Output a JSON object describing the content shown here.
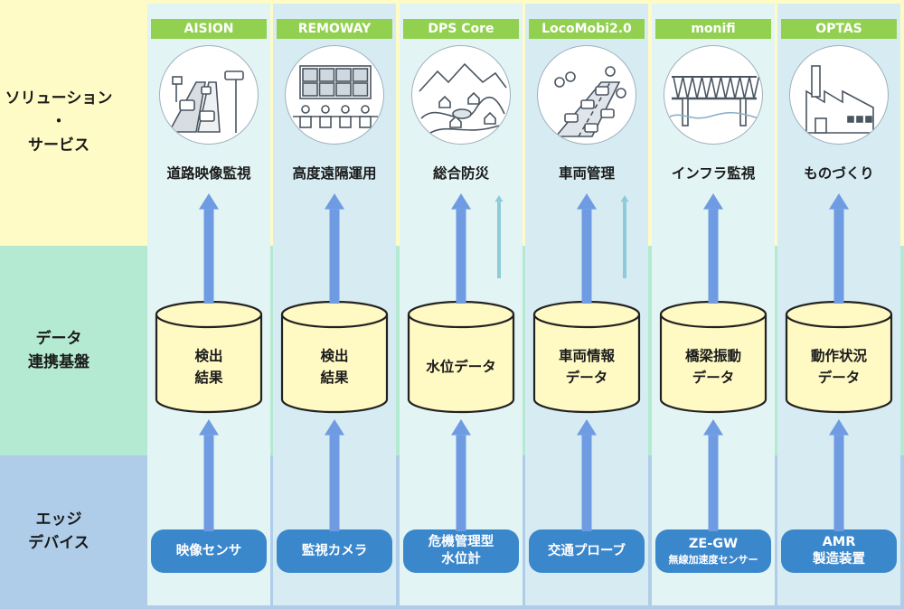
{
  "rows": [
    {
      "label": "ソリューション\n・\nサービス"
    },
    {
      "label": "データ\n連携基盤"
    },
    {
      "label": "エッジ\nデバイス"
    }
  ],
  "columns": [
    {
      "product": "AISION",
      "solution": "道路映像監視",
      "data": "検出\n結果",
      "device": "映像センサ",
      "icon": "road-camera-icon"
    },
    {
      "product": "REMOWAY",
      "solution": "高度遠隔運用",
      "data": "検出\n結果",
      "device": "監視カメラ",
      "icon": "control-room-icon"
    },
    {
      "product": "DPS Core",
      "solution": "総合防災",
      "data": "水位データ",
      "device": "危機管理型\n水位計",
      "icon": "disaster-map-icon"
    },
    {
      "product": "LocoMobi2.0",
      "solution": "車両管理",
      "data": "車両情報\nデータ",
      "device": "交通プローブ",
      "icon": "vehicle-traffic-icon"
    },
    {
      "product": "monifi",
      "solution": "インフラ監視",
      "data": "橋梁振動\nデータ",
      "device": "ZE-GW\n無線加速度センサー",
      "icon": "bridge-icon"
    },
    {
      "product": "OPTAS",
      "solution": "ものづくり",
      "data": "動作状況\nデータ",
      "device": "AMR\n製造装置",
      "icon": "factory-icon"
    }
  ],
  "colors": {
    "row1": "#fffbc6",
    "row2": "#b5ead2",
    "row3": "#afcde9",
    "strip_a": "#e3f4f4",
    "strip_b": "#d6ecf2",
    "tag": "#92d050",
    "arrow": "#6f9be3",
    "arrow_small": "#8dcbd9",
    "cylinder": "#fff9c4",
    "device": "#3b87cc"
  }
}
